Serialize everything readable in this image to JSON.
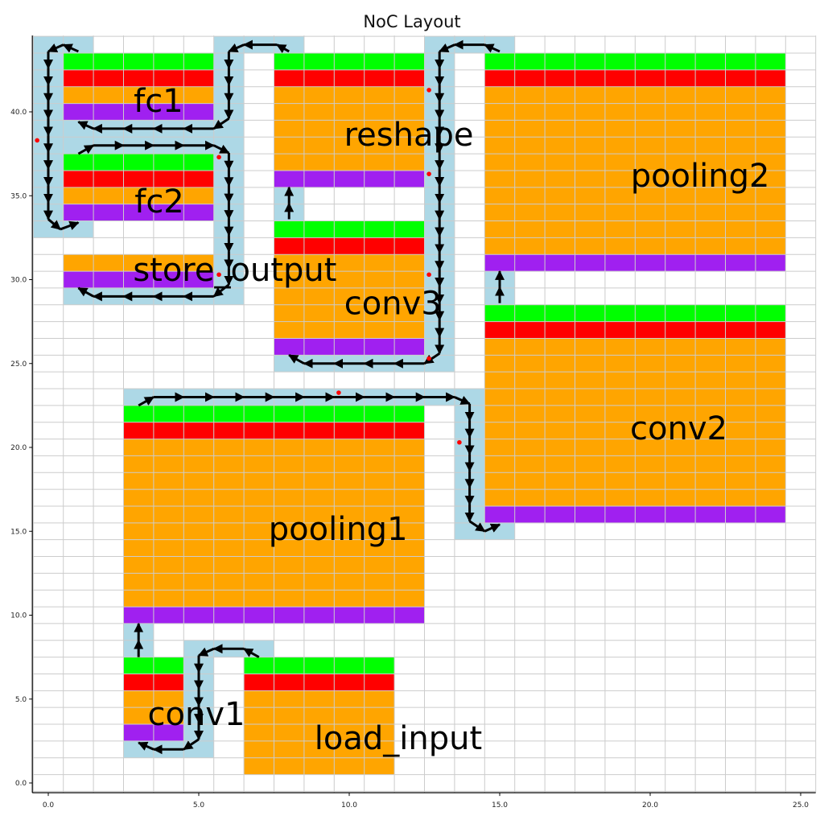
{
  "chart_data": {
    "type": "diagram",
    "title": "NoC Layout",
    "xlim": [
      -0.53,
      25.5
    ],
    "ylim": [
      -0.58,
      44.55
    ],
    "grid": true,
    "x_ticks": [
      "0.0",
      "5.0",
      "10.0",
      "15.0",
      "20.0",
      "25.0"
    ],
    "x_tick_values": [
      0,
      5,
      10,
      15,
      20,
      25
    ],
    "y_ticks": [
      "0.0",
      "5.0",
      "10.0",
      "15.0",
      "20.0",
      "25.0",
      "30.0",
      "35.0",
      "40.0"
    ],
    "y_tick_values": [
      0,
      5,
      10,
      15,
      20,
      25,
      30,
      35,
      40
    ],
    "colors": {
      "green": "#00ff00",
      "red": "#ff0000",
      "orange": "#ffa500",
      "purple": "#a020f0",
      "route": "#add8e6",
      "grid": "#cccccc",
      "dot": "#ff0000",
      "arrow": "#000000"
    },
    "route_regions": [
      [
        -0.5,
        1.5,
        32.5,
        44.5
      ],
      [
        0.5,
        6.5,
        37.5,
        39.5
      ],
      [
        5.5,
        8.5,
        43.5,
        44.5
      ],
      [
        5.5,
        6.5,
        28.5,
        44.5
      ],
      [
        0.5,
        6.5,
        28.5,
        29.5
      ],
      [
        12.5,
        15.5,
        43.5,
        44.5
      ],
      [
        12.5,
        13.5,
        24.5,
        44.5
      ],
      [
        7.5,
        13.5,
        24.5,
        25.5
      ],
      [
        7.5,
        8.5,
        33.5,
        35.5
      ],
      [
        14.5,
        15.5,
        28.5,
        30.5
      ],
      [
        2.5,
        14.5,
        22.5,
        23.5
      ],
      [
        13.5,
        14.5,
        14.5,
        23.5
      ],
      [
        13.5,
        15.5,
        14.5,
        15.5
      ],
      [
        2.5,
        3.5,
        7.5,
        9.5
      ],
      [
        4.5,
        7.5,
        7.5,
        8.5
      ],
      [
        4.5,
        5.5,
        1.5,
        8.5
      ],
      [
        2.5,
        5.5,
        1.5,
        2.5
      ]
    ],
    "blocks": [
      {
        "name": "fc1",
        "x": [
          0.5,
          5.5
        ],
        "label_at": [
          3.66,
          40.67
        ],
        "layers": [
          [
            "green",
            42.5,
            43.5
          ],
          [
            "red",
            41.5,
            42.5
          ],
          [
            "orange",
            40.5,
            41.5
          ],
          [
            "purple",
            39.5,
            40.5
          ]
        ]
      },
      {
        "name": "fc2",
        "x": [
          0.5,
          5.5
        ],
        "label_at": [
          3.69,
          34.67
        ],
        "layers": [
          [
            "green",
            36.5,
            37.5
          ],
          [
            "red",
            35.5,
            36.5
          ],
          [
            "orange",
            34.5,
            35.5
          ],
          [
            "purple",
            33.5,
            34.5
          ]
        ]
      },
      {
        "name": "store_output",
        "x": [
          0.5,
          5.5
        ],
        "label_at": [
          6.2,
          30.6
        ],
        "layers": [
          [
            "orange",
            30.5,
            31.5
          ],
          [
            "purple",
            29.5,
            30.5
          ]
        ]
      },
      {
        "name": "reshape",
        "x": [
          7.5,
          12.5
        ],
        "label_at": [
          11.98,
          38.65
        ],
        "layers": [
          [
            "green",
            42.5,
            43.5
          ],
          [
            "red",
            41.5,
            42.5
          ],
          [
            "orange",
            36.5,
            41.5
          ],
          [
            "purple",
            35.5,
            36.5
          ]
        ]
      },
      {
        "name": "conv3",
        "x": [
          7.5,
          12.5
        ],
        "label_at": [
          11.45,
          28.6
        ],
        "layers": [
          [
            "green",
            32.5,
            33.5
          ],
          [
            "red",
            31.5,
            32.5
          ],
          [
            "orange",
            26.5,
            31.5
          ],
          [
            "purple",
            25.5,
            26.5
          ]
        ]
      },
      {
        "name": "pooling2",
        "x": [
          14.5,
          24.5
        ],
        "label_at": [
          21.66,
          36.2
        ],
        "layers": [
          [
            "green",
            42.5,
            43.5
          ],
          [
            "red",
            41.5,
            42.5
          ],
          [
            "orange",
            31.5,
            41.5
          ],
          [
            "purple",
            30.5,
            31.5
          ]
        ]
      },
      {
        "name": "conv2",
        "x": [
          14.5,
          24.5
        ],
        "label_at": [
          20.95,
          21.15
        ],
        "layers": [
          [
            "green",
            27.5,
            28.5
          ],
          [
            "red",
            26.5,
            27.5
          ],
          [
            "orange",
            16.5,
            26.5
          ],
          [
            "purple",
            15.5,
            16.5
          ]
        ]
      },
      {
        "name": "pooling1",
        "x": [
          2.5,
          12.5
        ],
        "label_at": [
          9.63,
          15.15
        ],
        "layers": [
          [
            "green",
            21.5,
            22.5
          ],
          [
            "red",
            20.5,
            21.5
          ],
          [
            "orange",
            10.5,
            20.5
          ],
          [
            "purple",
            9.5,
            10.5
          ]
        ]
      },
      {
        "name": "conv1",
        "x": [
          2.5,
          4.5
        ],
        "label_at": [
          4.92,
          4.13
        ],
        "layers": [
          [
            "green",
            6.5,
            7.5
          ],
          [
            "red",
            5.5,
            6.5
          ],
          [
            "orange",
            3.5,
            5.5
          ],
          [
            "purple",
            2.5,
            3.5
          ]
        ]
      },
      {
        "name": "load_input",
        "x": [
          6.5,
          11.5
        ],
        "label_at": [
          11.63,
          2.69
        ],
        "layers": [
          [
            "green",
            6.5,
            7.5
          ],
          [
            "red",
            5.5,
            6.5
          ],
          [
            "orange",
            0.5,
            5.5
          ]
        ]
      }
    ],
    "routes": [
      [
        [
          1,
          43.6
        ],
        [
          0.5,
          44
        ],
        [
          0,
          43.6
        ],
        [
          0,
          33.6
        ],
        [
          0.4,
          33
        ],
        [
          1,
          33.4
        ]
      ],
      [
        [
          8,
          43.6
        ],
        [
          7.6,
          44
        ],
        [
          6.5,
          44
        ],
        [
          6,
          43.6
        ],
        [
          6,
          39.6
        ],
        [
          5.5,
          39
        ],
        [
          1.5,
          39
        ],
        [
          1,
          39.4
        ]
      ],
      [
        [
          1,
          37.5
        ],
        [
          1.5,
          38
        ],
        [
          5.5,
          38
        ],
        [
          6,
          37.55
        ],
        [
          6,
          29.7
        ],
        [
          5.5,
          29
        ],
        [
          1.5,
          29
        ],
        [
          1,
          29.5
        ]
      ],
      [
        [
          8,
          33.6
        ],
        [
          8,
          35.5
        ]
      ],
      [
        [
          15,
          43.6
        ],
        [
          14.5,
          44
        ],
        [
          13.5,
          44
        ],
        [
          13,
          43.6
        ],
        [
          13,
          25.6
        ],
        [
          12.5,
          25
        ],
        [
          8.5,
          25
        ],
        [
          8,
          25.5
        ]
      ],
      [
        [
          15,
          28.6
        ],
        [
          15,
          30.5
        ]
      ],
      [
        [
          3,
          22.5
        ],
        [
          3.5,
          23
        ],
        [
          13.5,
          23
        ],
        [
          14,
          22.6
        ],
        [
          14,
          15.6
        ],
        [
          14.5,
          15
        ],
        [
          15,
          15.4
        ]
      ],
      [
        [
          3,
          7.5
        ],
        [
          3,
          9.5
        ]
      ],
      [
        [
          7,
          7.5
        ],
        [
          6.5,
          8
        ],
        [
          5.5,
          8
        ],
        [
          5,
          7.6
        ],
        [
          5,
          2.6
        ],
        [
          4.5,
          2
        ],
        [
          3.5,
          2
        ],
        [
          3,
          2.4
        ]
      ]
    ],
    "dots": [
      [
        -0.37,
        38.3
      ],
      [
        5.67,
        37.3
      ],
      [
        5.67,
        30.3
      ],
      [
        12.65,
        41.3
      ],
      [
        12.65,
        36.3
      ],
      [
        12.65,
        30.3
      ],
      [
        12.65,
        25.3
      ],
      [
        9.65,
        23.26
      ],
      [
        13.66,
        20.3
      ]
    ]
  }
}
